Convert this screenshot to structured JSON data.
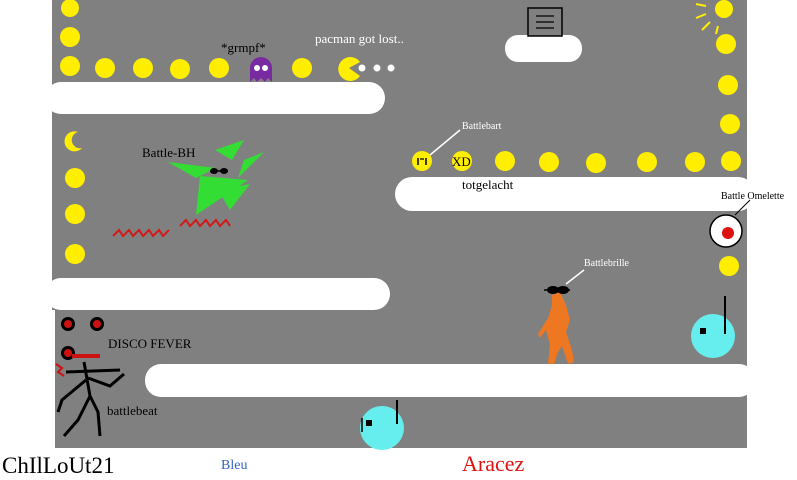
{
  "labels": {
    "grmpf": "*grmpf*",
    "pacman_lost": "pacman got lost..",
    "battlebart": "Battlebart",
    "xd": "XD",
    "totgelacht": "totgelacht",
    "battle_bh": "Battle-BH",
    "battle_omelette": "Battle Omelette",
    "battlebrille": "Battlebrille",
    "disco_fever": "DISCO FEVER",
    "battlebeat": "battlebeat"
  },
  "signatures": {
    "chillout": "ChIlLoUt21",
    "bleu": "Bleu",
    "aracez": "Aracez"
  },
  "colors": {
    "road": "#808080",
    "wall": "#ffffff",
    "pellet": "#ffee00",
    "ghost": "#7a2aa0",
    "ghost_bh": "#33cc33",
    "orange_figure": "#ee7722",
    "cyan_ball": "#66eeee",
    "red_squiggle": "#d11a1a",
    "bleu": "#3366cc",
    "aracez": "#dd1111"
  }
}
